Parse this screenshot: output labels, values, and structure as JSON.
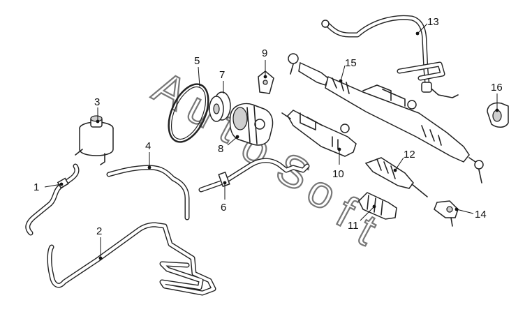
{
  "watermark": {
    "letters": [
      "A",
      "u",
      "t",
      "o",
      "S",
      "o",
      "f",
      "t"
    ]
  },
  "callouts": [
    {
      "id": "1",
      "label": "1"
    },
    {
      "id": "2",
      "label": "2"
    },
    {
      "id": "3",
      "label": "3"
    },
    {
      "id": "4",
      "label": "4"
    },
    {
      "id": "5",
      "label": "5"
    },
    {
      "id": "6",
      "label": "6"
    },
    {
      "id": "7",
      "label": "7"
    },
    {
      "id": "8",
      "label": "8"
    },
    {
      "id": "9",
      "label": "9"
    },
    {
      "id": "10",
      "label": "10"
    },
    {
      "id": "11",
      "label": "11"
    },
    {
      "id": "12",
      "label": "12"
    },
    {
      "id": "13",
      "label": "13"
    },
    {
      "id": "14",
      "label": "14"
    },
    {
      "id": "15",
      "label": "15"
    },
    {
      "id": "16",
      "label": "16"
    }
  ]
}
